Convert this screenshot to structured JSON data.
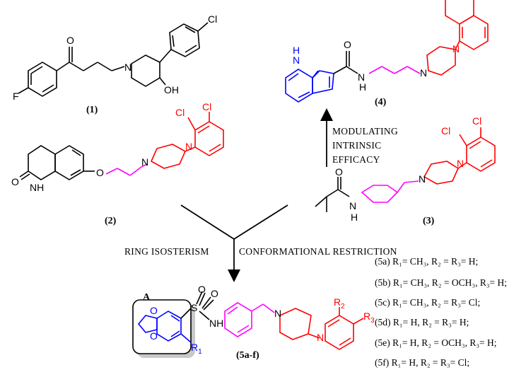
{
  "compounds": {
    "c1": "(1)",
    "c2": "(2)",
    "c3": "(3)",
    "c4": "(4)",
    "c5": "(5a-f)"
  },
  "captions": {
    "modulating": [
      "MODULATING",
      "INTRINSIC",
      "EFFICACY"
    ],
    "ring": "RING ISOSTERISM",
    "conf": "CONFORMATIONAL RESTRICTION"
  },
  "ring_label": "A",
  "atoms": {
    "F": "F",
    "Cl": "Cl",
    "O": "O",
    "OH": "OH",
    "N": "N",
    "H": "H",
    "S": "S",
    "R1": "R",
    "R2": "R",
    "R3": "R",
    "sub1": "1",
    "sub2": "2",
    "sub3": "3"
  },
  "series": [
    {
      "id": "(5a)",
      "text": "R₁= CH₃, R₂ = R₃= H;"
    },
    {
      "id": "(5b)",
      "text": "R₁= CH₃, R₂ = OCH₃, R₃= H;"
    },
    {
      "id": "(5c)",
      "text": "R₁= CH₃, R₂ = R₃= Cl;"
    },
    {
      "id": "(5d)",
      "text": "R₁= H, R₂ = R₃= H;"
    },
    {
      "id": "(5e)",
      "text": "R₁= H, R₂ = OCH₃, R₃= H;"
    },
    {
      "id": "(5f)",
      "text": "R₁= H, R₂ = R₃= Cl;"
    }
  ],
  "colors": {
    "black": "#000000",
    "red": "#ff0000",
    "magenta": "#ff00ff",
    "blue": "#0000ff",
    "box": "#c8c8c8"
  }
}
